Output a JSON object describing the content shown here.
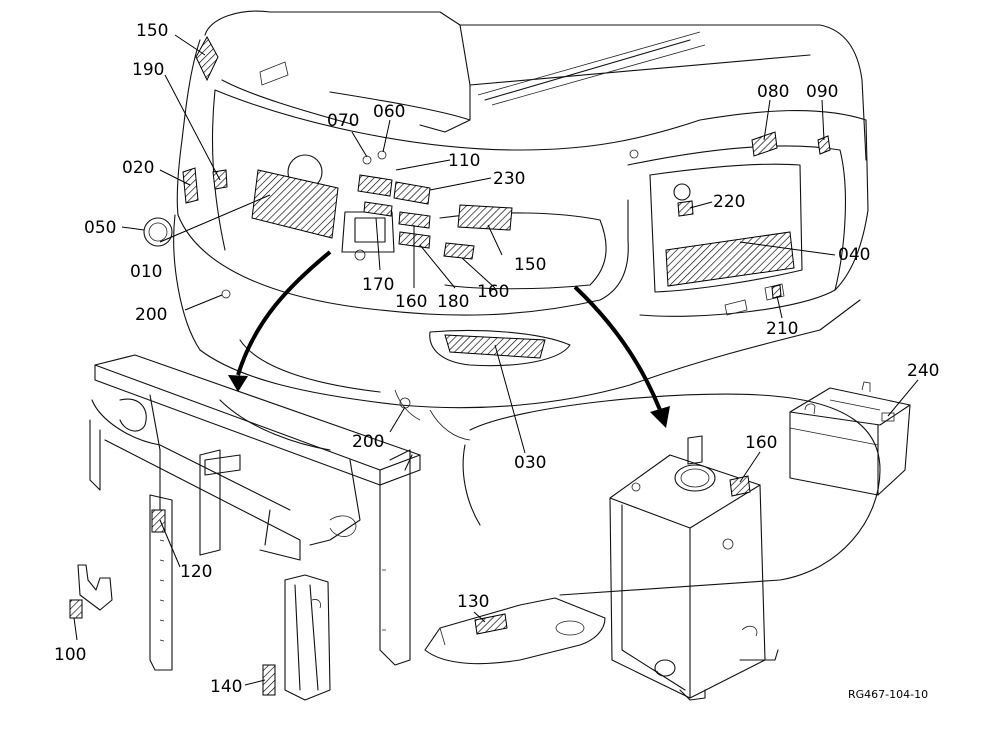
{
  "diagram": {
    "reference_code": "RG467-104-10",
    "callouts": [
      {
        "id": "c150a",
        "text": "150"
      },
      {
        "id": "c190",
        "text": "190"
      },
      {
        "id": "c020",
        "text": "020"
      },
      {
        "id": "c050",
        "text": "050"
      },
      {
        "id": "c010",
        "text": "010"
      },
      {
        "id": "c200a",
        "text": "200"
      },
      {
        "id": "c070",
        "text": "070"
      },
      {
        "id": "c060",
        "text": "060"
      },
      {
        "id": "c110",
        "text": "110"
      },
      {
        "id": "c230",
        "text": "230"
      },
      {
        "id": "c150b",
        "text": "150"
      },
      {
        "id": "c170",
        "text": "170"
      },
      {
        "id": "c160a",
        "text": "160"
      },
      {
        "id": "c180",
        "text": "180"
      },
      {
        "id": "c160b",
        "text": "160"
      },
      {
        "id": "c080",
        "text": "080"
      },
      {
        "id": "c090",
        "text": "090"
      },
      {
        "id": "c220",
        "text": "220"
      },
      {
        "id": "c040",
        "text": "040"
      },
      {
        "id": "c210",
        "text": "210"
      },
      {
        "id": "c030",
        "text": "030"
      },
      {
        "id": "c200b",
        "text": "200"
      },
      {
        "id": "c240",
        "text": "240"
      },
      {
        "id": "c160c",
        "text": "160"
      },
      {
        "id": "c120",
        "text": "120"
      },
      {
        "id": "c130",
        "text": "130"
      },
      {
        "id": "c100",
        "text": "100"
      },
      {
        "id": "c140",
        "text": "140"
      }
    ]
  }
}
